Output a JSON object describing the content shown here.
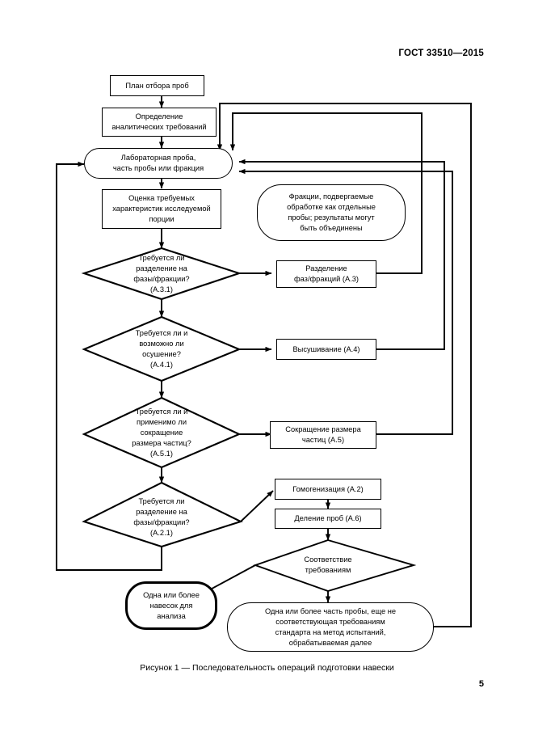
{
  "document": {
    "standard_header": "ГОСТ 33510—2015",
    "figure_caption": "Рисунок 1 — Последовательность операций подготовки навески",
    "page_number": "5"
  },
  "flowchart": {
    "nodes": [
      {
        "id": "n1",
        "shape": "rect",
        "text": "План отбора проб"
      },
      {
        "id": "n2",
        "shape": "rect",
        "line1": "Определение",
        "line2": "аналитических требований"
      },
      {
        "id": "n3",
        "shape": "rounded",
        "line1": "Лабораторная проба,",
        "line2": "часть пробы или фракция"
      },
      {
        "id": "n4",
        "shape": "rect",
        "line1": "Оценка требуемых",
        "line2": "характеристик исследуемой",
        "line3": "порции"
      },
      {
        "id": "n5",
        "shape": "rounded",
        "line1": "Фракции, подвергаемые",
        "line2": "обработке как отдельные",
        "line3": "пробы; результаты могут",
        "line4": "быть объединены"
      },
      {
        "id": "d1",
        "shape": "diamond",
        "line1": "Требуется ли",
        "line2": "разделение на",
        "line3": "фазы/фракции?",
        "line4": "(А.3.1)"
      },
      {
        "id": "a1",
        "shape": "rect",
        "line1": "Разделение",
        "line2": "фаз/фракций (А.3)"
      },
      {
        "id": "d2",
        "shape": "diamond",
        "line1": "Требуется ли и",
        "line2": "возможно ли",
        "line3": "осушение?",
        "line4": "(А.4.1)"
      },
      {
        "id": "a2",
        "shape": "rect",
        "text": "Высушивание (А.4)"
      },
      {
        "id": "d3",
        "shape": "diamond",
        "line1": "Требуется ли и",
        "line2": "применимо ли",
        "line3": "сокращение",
        "line4": "размера частиц?",
        "line5": "(А.5.1)"
      },
      {
        "id": "a3",
        "shape": "rect",
        "line1": "Сокращение размера",
        "line2": "частиц (А.5)"
      },
      {
        "id": "d4",
        "shape": "diamond",
        "line1": "Требуется ли",
        "line2": "разделение на",
        "line3": "фазы/фракции?",
        "line4": "(А.2.1)"
      },
      {
        "id": "a4",
        "shape": "rect",
        "text": "Гомогенизация (А.2)"
      },
      {
        "id": "a5",
        "shape": "rect",
        "text": "Деление проб (А.6)"
      },
      {
        "id": "d5",
        "shape": "diamond",
        "line1": "Соответствие",
        "line2": "требованиям"
      },
      {
        "id": "t1",
        "shape": "rounded-thick",
        "line1": "Одна или более",
        "line2": "навесок для",
        "line3": "анализа"
      },
      {
        "id": "t2",
        "shape": "rounded",
        "line1": "Одна или более часть пробы, еще не",
        "line2": "соответствующая требованиям",
        "line3": "стандарта на метод испытаний,",
        "line4": "обрабатываемая далее"
      }
    ],
    "colors": {
      "stroke": "#000000",
      "fill": "#ffffff",
      "page_background": "#ffffff"
    }
  }
}
